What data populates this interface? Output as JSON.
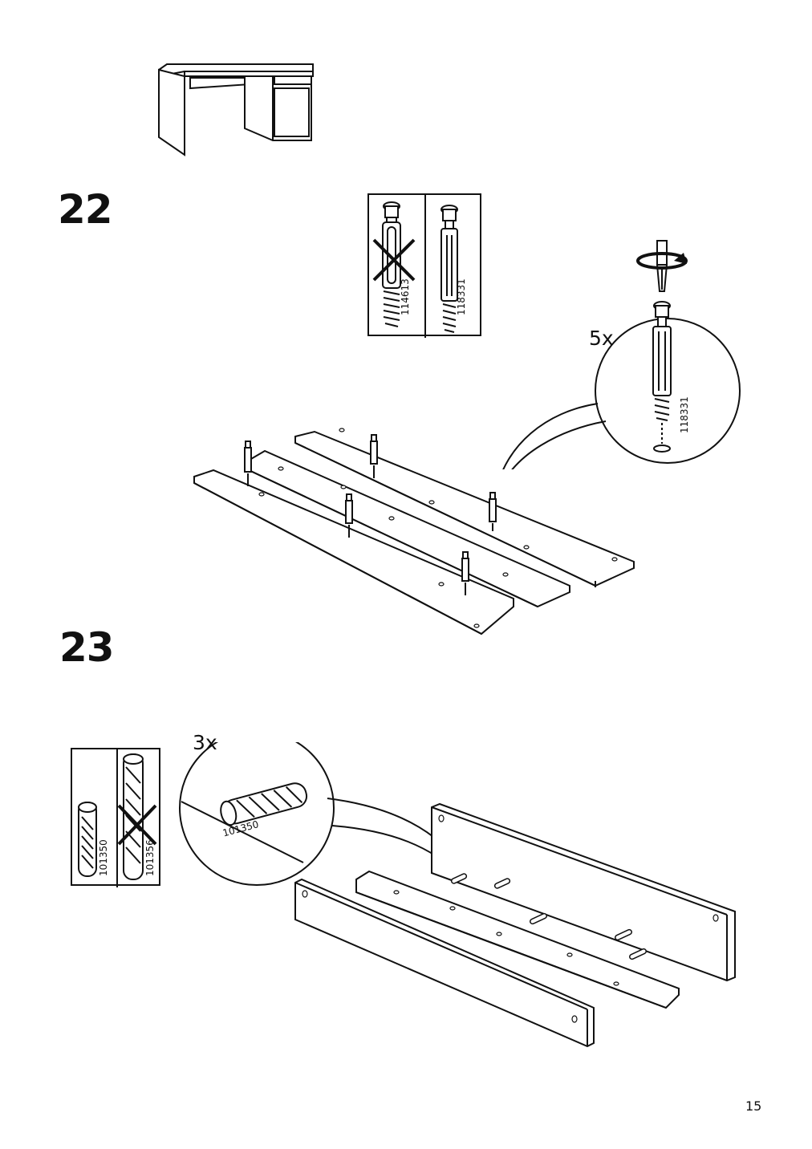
{
  "steps": [
    {
      "number": "22",
      "quantity": "5x",
      "parts": {
        "wrong": "114613",
        "correct": "118331",
        "detail": "118331"
      }
    },
    {
      "number": "23",
      "quantity": "3x",
      "parts": {
        "correct": "101350",
        "wrong": "101356",
        "detail": "101350"
      }
    }
  ],
  "page_number": "15",
  "icons": [
    "desk-overview",
    "screwdriver-icon",
    "rotation-arrow-icon",
    "wrong-mark-icon"
  ]
}
